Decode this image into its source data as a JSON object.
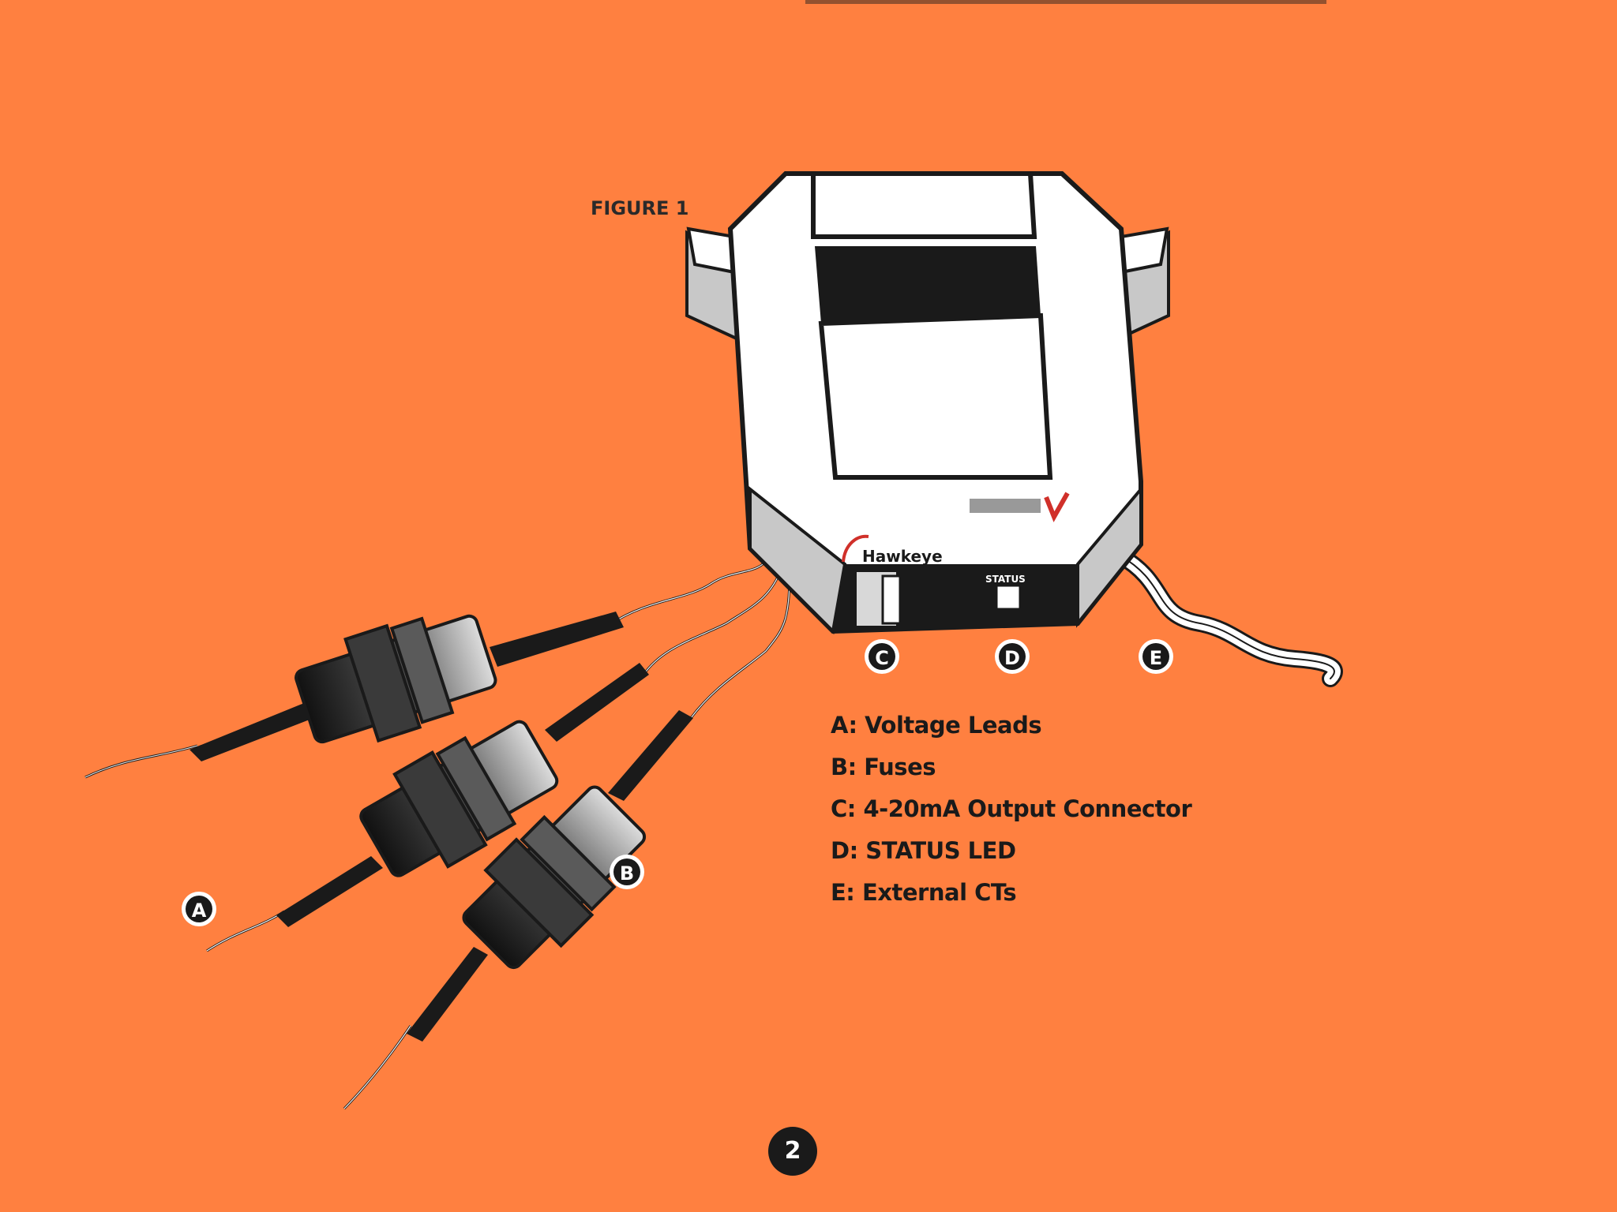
{
  "figure_label": "FIGURE 1",
  "device": {
    "brand_logo_text": "Hawkeye",
    "panel_status_label": "STATUS"
  },
  "callouts": {
    "a": "A",
    "b": "B",
    "c": "C",
    "d": "D",
    "e": "E"
  },
  "legend": [
    "A: Voltage Leads",
    "B: Fuses",
    "C: 4-20mA Output Connector",
    "D: STATUS LED",
    "E: External CTs"
  ],
  "page_number": "2",
  "colors": {
    "background": "#FF8040",
    "ink": "#1a1a1a",
    "device_body": "#ffffff",
    "device_side": "#c8c8c8"
  }
}
